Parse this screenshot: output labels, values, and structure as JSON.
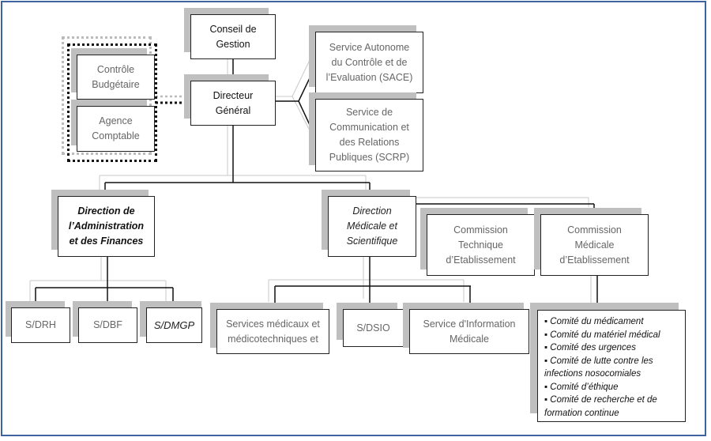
{
  "chart": {
    "title": "",
    "nodes": {
      "conseil": "Conseil de\nGestion",
      "directeur": "Directeur\nGénéral",
      "controle": "Contrôle\nBudgétaire",
      "agence": "Agence\nComptable",
      "sace": "Service Autonome\ndu Contrôle et de\nl’Evaluation (SACE)",
      "scrp": "Service de\nCommunication et\ndes Relations\nPubliques (SCRP)",
      "daf": "Direction  de\nl’Administration\net des Finances",
      "dms": "Direction\nMédicale et\nScientifique",
      "cte": "Commission\nTechnique\nd’Etablissement",
      "cme": "Commission\nMédicale\nd’Etablissement",
      "sdrh": "S/DRH",
      "sdbf": "S/DBF",
      "sdmgp": "S/DMGP",
      "services_med": "Services médicaux et\nmédicotechniques et",
      "sdsio": "S/DSIO",
      "sim": "Service d'Information\nMédicale"
    },
    "comites": [
      "▪ Comité du médicament",
      "▪ Comité du matériel médical",
      "▪ Comité des urgences",
      "▪ Comité de lutte contre les infections nosocomiales",
      "▪ Comité d’éthique",
      "▪ Comité de recherche et de formation continue"
    ],
    "colors": {
      "frame": "#3f62a0",
      "shadow": "#bfbfbf",
      "border": "#222222"
    }
  }
}
